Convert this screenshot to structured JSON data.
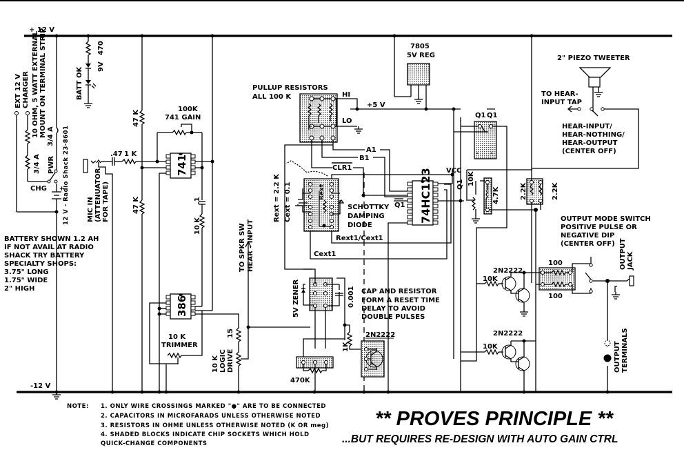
{
  "title": "Hear-input pulse trigger circuit schematic",
  "rails": {
    "positive": "+ 12 V",
    "negative": "-12 V",
    "logic": "+5 V"
  },
  "power": {
    "charger": "EXT  12 V",
    "charger2": "CHARGER",
    "resistor_note_1": "10 OHM, 5 WATT EXTERNAL",
    "resistor_note_2": "MOUNT ON TERMINAL STRIP",
    "fuse_top": "3/4 A",
    "fuse_side": "3/4 A",
    "pwr": "PWR",
    "chg": "CHG",
    "battery_label": "12 V - Radio Shack 23-8601",
    "battery_ok": "BATT OK",
    "led_res": "470",
    "led_zener": "9V"
  },
  "battery_note": [
    "BATTERY SHOWN  1.2 AH",
    "IF NOT AVAIL AT RADIO",
    "SHACK TRY BATTERY",
    "SPECIALTY SHOPS:",
    "3.75\" LONG",
    "1.75\" WIDE",
    "2\" HIGH"
  ],
  "amp": {
    "mic": [
      "MIC  IN",
      "(ATTENUATOR",
      "FOR TAPE)"
    ],
    "cap_in": ".47",
    "res_in": "1 K",
    "bias_top": "47 K",
    "bias_bottom": "47 K",
    "gain_pot": "100K",
    "gain_label": "741 GAIN",
    "opamp": "741",
    "cap_c": ".1",
    "res_c": "10 K",
    "power_amp": "386",
    "trimmer": "10 K",
    "trimmer_label": "TRIMMER",
    "r15": "15",
    "logic_drive": [
      "10 K",
      "LOGIC",
      "DRIVE"
    ],
    "to_spkr": [
      "TO SPKR SW",
      "HEAR - INPUT"
    ]
  },
  "logic": {
    "regulator": "7805",
    "regulator_label": "5V REG",
    "pullup": [
      "PULLUP RESISTORS",
      "ALL  100 K"
    ],
    "hi": "HI",
    "lo": "LO",
    "a1": "A1",
    "b1": "B1",
    "clr1": "CLR1",
    "vcc": "VCC",
    "ic": "74HC123",
    "q1": "Q1",
    "q1_bar": "Q1",
    "rext": "Rext = 2.2 K",
    "cext": "Cext = 0.1",
    "rext_short": "Rext",
    "schottky": [
      "SCHOTTKY",
      "DAMPING",
      "DIODE"
    ],
    "rext_cext": "Rext1/Cext1",
    "cext1": "Cext1",
    "zener": "5V ZENER",
    "cap_reset": "0.001",
    "reset_note": [
      "CAP AND RESISTOR",
      "FORM A RESET TIME",
      "DELAY TO AVOID",
      "DOUBLE PULSES"
    ],
    "res_reset": "470K",
    "res_1k": "1K",
    "transistor": "2N2222"
  },
  "output": {
    "tweeter": "2\" PIEZO TWEETER",
    "to_hear": [
      "TO HEAR-",
      "INPUT TAP"
    ],
    "hear_switch": [
      "HEAR-INPUT/",
      "HEAR-NOTHING/",
      "HEAR-OUTPUT",
      "(CENTER OFF)"
    ],
    "q1_pins": [
      "Q1",
      "Q1"
    ],
    "pot_10k": "10K",
    "res_47k": "4.7K",
    "r22_left": "2.2K",
    "r22_right": "2.2K",
    "mode_switch": [
      "OUTPUT  MODE SWITCH",
      "POSITIVE PULSE OR",
      "NEGATIVE DIP",
      "(CENTER OFF)"
    ],
    "r100_top": "100",
    "r100_bottom": "100",
    "transistor_top": "2N2222",
    "transistor_bottom": "2N2222",
    "base_res_top": "10K",
    "base_res_bottom": "10K",
    "jack": [
      "OUTPUT",
      "JACK"
    ],
    "terminals": [
      "OUTPUT",
      "TERMINALS"
    ]
  },
  "notes": {
    "heading": "NOTE:",
    "items": [
      "1.  ONLY WIRE CROSSINGS MARKED \"●\" ARE TO BE CONNECTED",
      "2.  CAPACITORS IN MICROFARADS UNLESS OTHERWISE NOTED",
      "3.  RESISTORS IN OHME UNLESS OTHERWISE NOTED  (K OR meg)",
      "4.  SHADED BLOCKS INDICATE CHIP SOCKETS WHICH HOLD",
      "     QUICK-CHANGE COMPONENTS"
    ]
  },
  "banner": {
    "headline": "** PROVES  PRINCIPLE **",
    "subline": "...BUT REQUIRES RE-DESIGN WITH AUTO GAIN CTRL"
  }
}
